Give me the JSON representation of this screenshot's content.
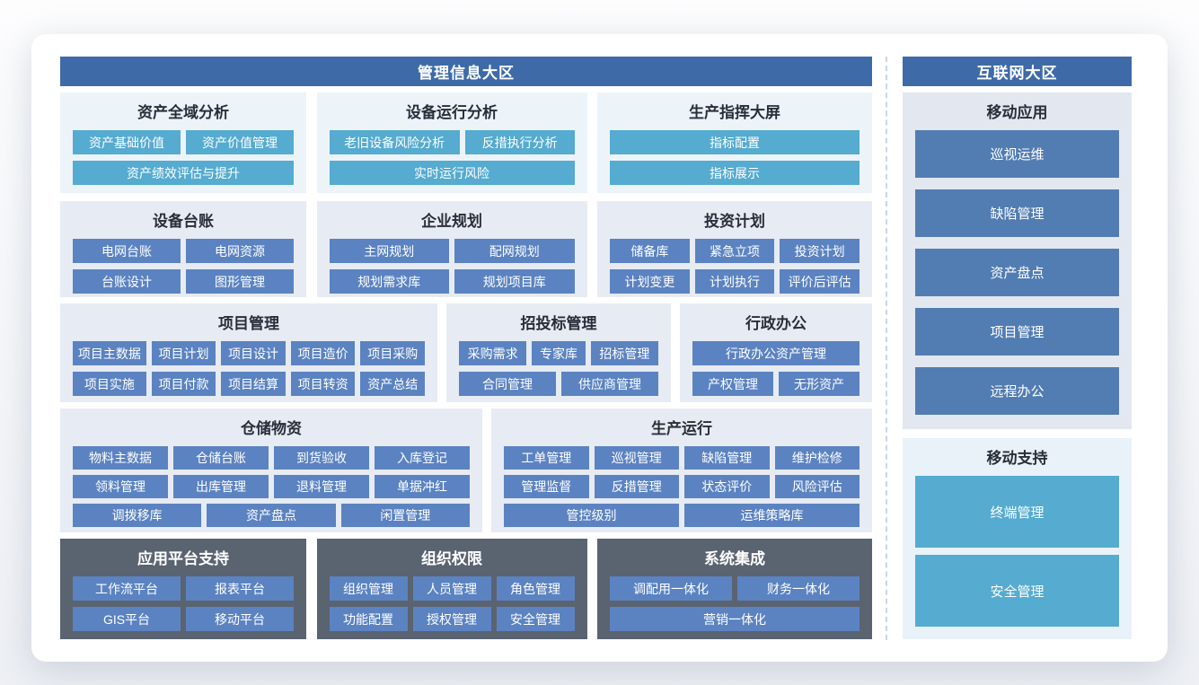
{
  "zones": {
    "management": {
      "title": "管理信息大区"
    },
    "internet": {
      "title": "互联网大区"
    }
  },
  "groups": {
    "asset_analysis": {
      "title": "资产全域分析",
      "buttons": [
        "资产基础价值",
        "资产价值管理",
        "资产绩效评估与提升"
      ]
    },
    "equipment_analysis": {
      "title": "设备运行分析",
      "buttons": [
        "老旧设备风险分析",
        "反措执行分析",
        "实时运行风险"
      ]
    },
    "production_dashboard": {
      "title": "生产指挥大屏",
      "buttons": [
        "指标配置",
        "指标展示"
      ]
    },
    "equipment_ledger": {
      "title": "设备台账",
      "buttons": [
        "电网台账",
        "电网资源",
        "台账设计",
        "图形管理"
      ]
    },
    "enterprise_planning": {
      "title": "企业规划",
      "buttons": [
        "主网规划",
        "配网规划",
        "规划需求库",
        "规划项目库"
      ]
    },
    "investment_plan": {
      "title": "投资计划",
      "buttons": [
        "储备库",
        "紧急立项",
        "投资计划",
        "计划变更",
        "计划执行",
        "评价后评估"
      ]
    },
    "project_mgmt": {
      "title": "项目管理",
      "buttons": [
        "项目主数据",
        "项目计划",
        "项目设计",
        "项目造价",
        "项目采购",
        "项目实施",
        "项目付款",
        "项目结算",
        "项目转资",
        "资产总结"
      ]
    },
    "bidding_mgmt": {
      "title": "招投标管理",
      "buttons": [
        "采购需求",
        "专家库",
        "招标管理",
        "合同管理",
        "供应商管理"
      ]
    },
    "admin_office": {
      "title": "行政办公",
      "buttons": [
        "行政办公资产管理",
        "产权管理",
        "无形资产"
      ]
    },
    "warehouse_materials": {
      "title": "仓储物资",
      "buttons": [
        "物料主数据",
        "仓储台账",
        "到货验收",
        "入库登记",
        "领料管理",
        "出库管理",
        "退料管理",
        "单据冲红",
        "调拨移库",
        "资产盘点",
        "闲置管理"
      ]
    },
    "production_ops": {
      "title": "生产运行",
      "buttons": [
        "工单管理",
        "巡视管理",
        "缺陷管理",
        "维护检修",
        "管理监督",
        "反措管理",
        "状态评价",
        "风险评估",
        "管控级别",
        "运维策略库"
      ]
    },
    "platform_support": {
      "title": "应用平台支持",
      "buttons": [
        "工作流平台",
        "报表平台",
        "GIS平台",
        "移动平台"
      ]
    },
    "org_permissions": {
      "title": "组织权限",
      "buttons": [
        "组织管理",
        "人员管理",
        "角色管理",
        "功能配置",
        "授权管理",
        "安全管理"
      ]
    },
    "system_integration": {
      "title": "系统集成",
      "buttons": [
        "调配用一体化",
        "财务一体化",
        "营销一体化"
      ]
    },
    "mobile_apps": {
      "title": "移动应用",
      "buttons": [
        "巡视运维",
        "缺陷管理",
        "资产盘点",
        "项目管理",
        "远程办公"
      ]
    },
    "mobile_support": {
      "title": "移动支持",
      "buttons": [
        "终端管理",
        "安全管理"
      ]
    }
  },
  "colors": {
    "zone_header": "#3e6ba7",
    "teal_button": "#55abd0",
    "blue_button": "#5b83c1",
    "steel_button": "#527db3",
    "dark_group_bg": "#5a6370",
    "ice_group_bg": "#ecf4fa",
    "gray_group_bg": "#e7ebf3",
    "mobile_apps_bg": "#e3e7f0",
    "mobile_support_bg": "#e9f2f9",
    "divider": "#ccd6e2"
  }
}
